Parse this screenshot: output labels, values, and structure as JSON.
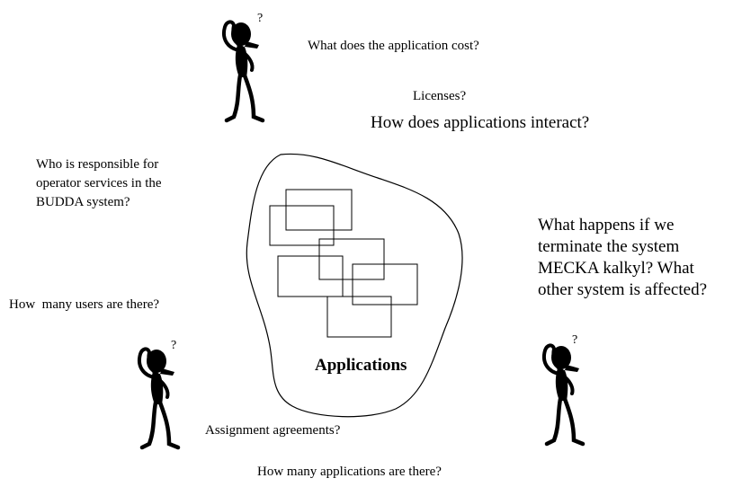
{
  "questions": {
    "cost": "What does the application cost?",
    "licenses": "Licenses?",
    "interact": "How does applications interact?",
    "responsible": "Who is responsible for\noperator services in the\nBUDDA system?",
    "terminate": "What happens if we\nterminate the system\nMECKA kalkyl? What\nother system is affected?",
    "users": "How  many users are there?",
    "assignment": "Assignment agreements?",
    "count": "How many applications are there?"
  },
  "cloud": {
    "label": "Applications"
  },
  "figures": {
    "question_mark": "?"
  }
}
